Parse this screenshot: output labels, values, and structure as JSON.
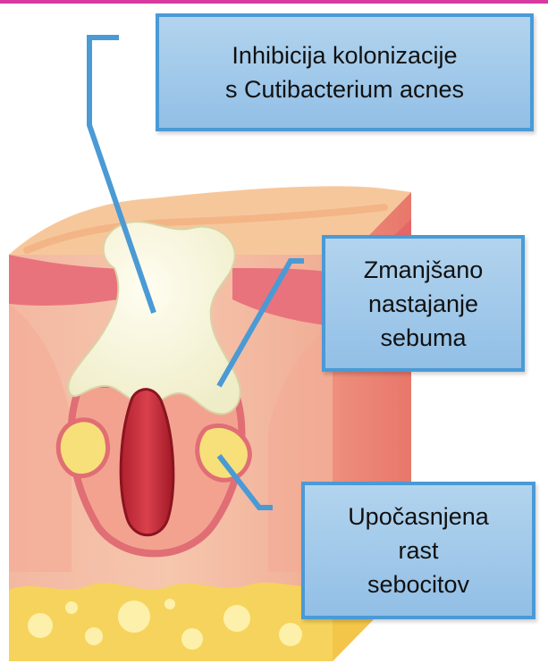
{
  "callouts": [
    {
      "lines": [
        "Inhibicija kolonizacije",
        "s Cutibacterium acnes"
      ]
    },
    {
      "lines": [
        "Zmanjšano",
        "nastajanje",
        "sebuma"
      ]
    },
    {
      "lines": [
        "Upočasnjena",
        "rast",
        "sebocitov"
      ]
    }
  ],
  "colors": {
    "callout_fill": "#9ec8ea",
    "callout_border": "#4a9ad6",
    "leader_line": "#4a9ad6",
    "accent_rule": "#d63aa0"
  }
}
